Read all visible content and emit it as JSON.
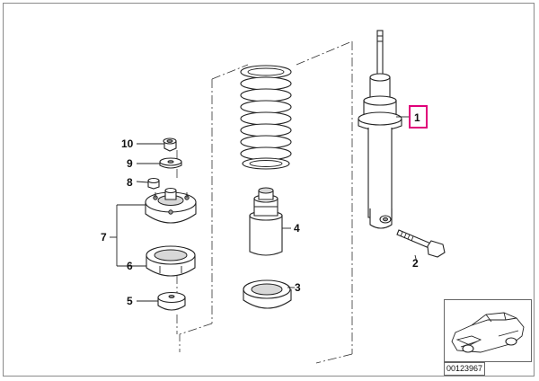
{
  "callouts": {
    "c1": "1",
    "c2": "2",
    "c3": "3",
    "c4": "4",
    "c5": "5",
    "c6": "6",
    "c7": "7",
    "c8": "8",
    "c9": "9",
    "c10": "10"
  },
  "highlight_color": "#e0007a",
  "document_number": "00123967"
}
